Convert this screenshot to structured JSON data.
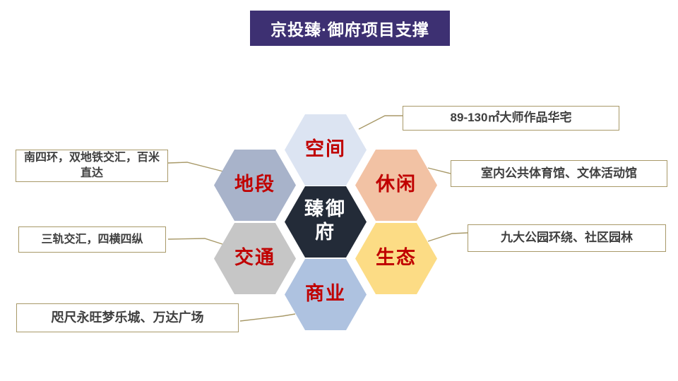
{
  "title": {
    "text": "京投臻·御府项目支撑",
    "bg_color": "#3d3072",
    "text_color": "#ffffff"
  },
  "center_hexagon": {
    "name": "臻御府",
    "lines": [
      "臻御",
      "府"
    ],
    "color": "#232b38",
    "text_color": "#ffffff"
  },
  "label_color": "#c00000",
  "hexagons": [
    {
      "label": "空间",
      "color": "#dce4f2"
    },
    {
      "label": "地段",
      "color": "#a8b3ca"
    },
    {
      "label": "休闲",
      "color": "#f2c2a4"
    },
    {
      "label": "交通",
      "color": "#c6c6c6"
    },
    {
      "label": "生态",
      "color": "#fcdc85"
    },
    {
      "label": "商业",
      "color": "#aec2e0"
    }
  ],
  "callouts": [
    {
      "for": "空间",
      "text": "89-130㎡大师作品华宅"
    },
    {
      "for": "休闲",
      "text": "室内公共体育馆、文体活动馆"
    },
    {
      "for": "生态",
      "text": "九大公园环绕、社区园林"
    },
    {
      "for": "商业",
      "text": "咫尺永旺梦乐城、万达广场"
    },
    {
      "for": "交通",
      "text": "三轨交汇，四横四纵"
    },
    {
      "for": "地段",
      "text": "南四环，双地铁交汇，百米直达"
    }
  ],
  "style": {
    "background": "#ffffff",
    "callout_border_color": "#a89968",
    "callout_text_color": "#3f3f3f",
    "connector_color": "#a89968"
  }
}
